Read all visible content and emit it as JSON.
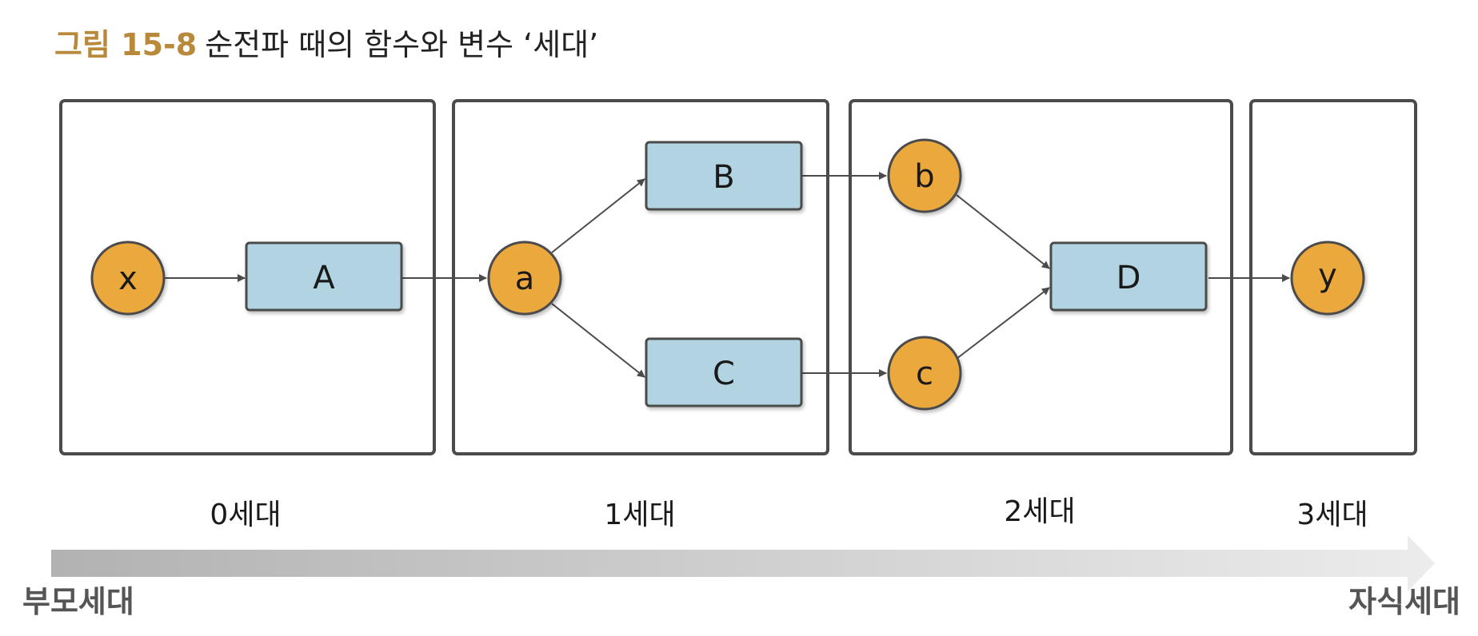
{
  "caption": {
    "number": "그림 15-8",
    "title": "순전파 때의 함수와 변수 ‘세대’"
  },
  "colors": {
    "variable_fill": "#eba83d",
    "function_fill": "#b2d3e1",
    "stroke": "#4b4b4b",
    "caption_accent": "#b8893a"
  },
  "variables": {
    "x": "x",
    "a": "a",
    "b": "b",
    "c": "c",
    "y": "y"
  },
  "functions": {
    "A": "A",
    "B": "B",
    "C": "C",
    "D": "D"
  },
  "generations": [
    "0세대",
    "1세대",
    "2세대",
    "3세대"
  ],
  "axis": {
    "start_label": "부모세대",
    "end_label": "자식세대"
  }
}
